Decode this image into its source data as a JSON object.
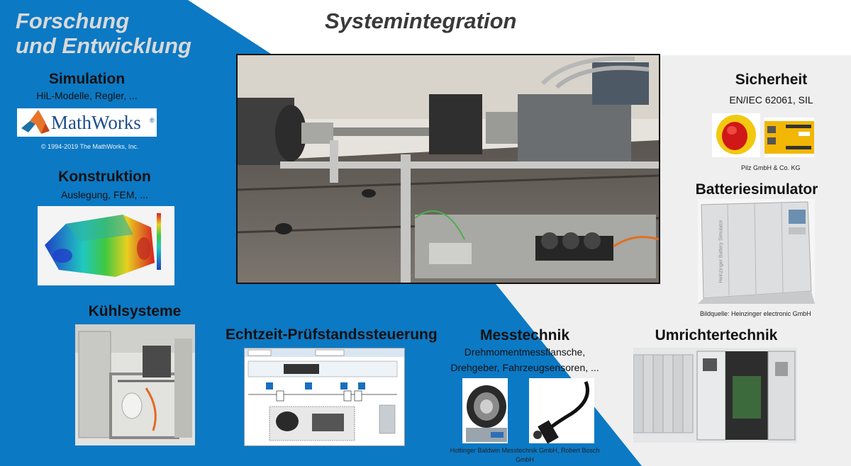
{
  "header": {
    "left_title_line1": "Forschung",
    "left_title_line2": "und Entwicklung",
    "center_title": "Systemintegration"
  },
  "sections": {
    "simulation": {
      "heading": "Simulation",
      "subtitle": "HiL-Modelle, Regler, ...",
      "logo_text": "MathWorks",
      "logo_mark": "®",
      "credit": "© 1994-2019 The MathWorks, Inc."
    },
    "konstruktion": {
      "heading": "Konstruktion",
      "subtitle": "Auslegung, FEM, ..."
    },
    "kuehlsysteme": {
      "heading": "Kühlsysteme"
    },
    "echtzeit": {
      "heading": "Echtzeit-Prüfstandssteuerung"
    },
    "messtechnik": {
      "heading": "Messtechnik",
      "subtitle_line1": "Drehmomentmessflansche,",
      "subtitle_line2": "Drehgeber, Fahrzeugsensoren, ...",
      "credit_line1": "Hottinger Baldwin Messtechnik GmbH,  Robert Bosch",
      "credit_line2": "GmbH"
    },
    "umrichter": {
      "heading": "Umrichtertechnik"
    },
    "sicherheit": {
      "heading": "Sicherheit",
      "subtitle": "EN/IEC 62061, SIL",
      "credit": "Pilz GmbH & Co. KG"
    },
    "batterie": {
      "heading": "Batteriesimulator",
      "credit": "Bildquelle: Heinzinger electronic GmbH",
      "cabinet_text": "Heinzinger Battery Simulator"
    }
  },
  "colors": {
    "blue": "#0c79c4",
    "light_gray": "#efefef",
    "left_title": "#d9d9d9",
    "center_title": "#3a3a3a"
  }
}
